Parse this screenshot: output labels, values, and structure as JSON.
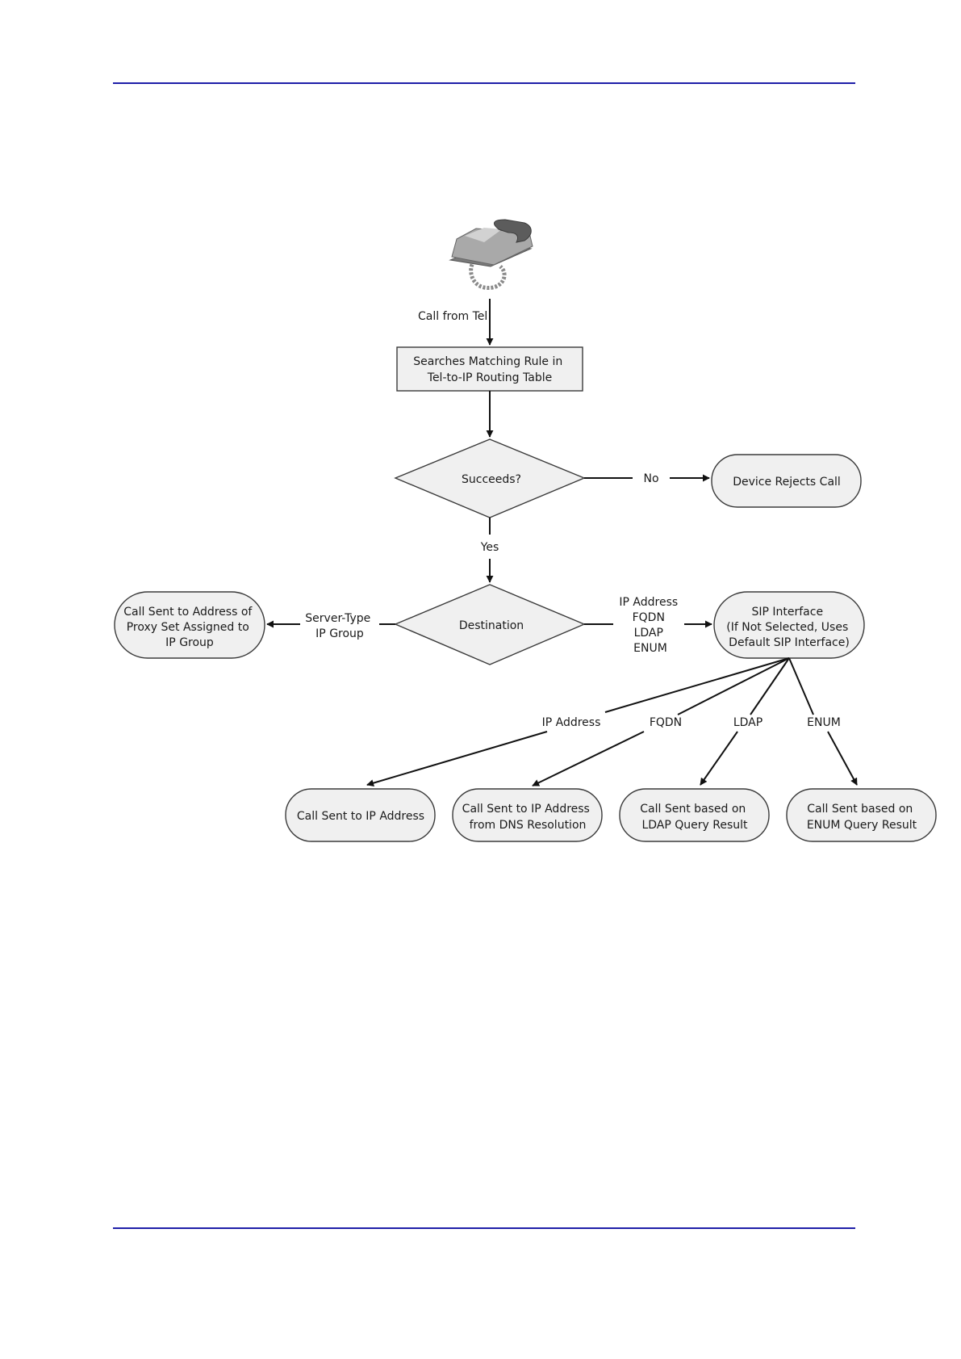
{
  "colors": {
    "rule": "#1f1fa8",
    "node_fill": "#f0f0f0",
    "node_stroke": "#3a3a3a",
    "text": "#1a1a1a"
  },
  "icons": {
    "start": "telephone-icon"
  },
  "nodes": {
    "search": [
      "Searches Matching Rule in",
      "Tel-to-IP Routing Table"
    ],
    "succeeds": "Succeeds?",
    "reject": "Device Rejects Call",
    "destination": "Destination",
    "proxy": [
      "Call Sent to Address of",
      "Proxy Set Assigned to",
      "IP Group"
    ],
    "sip": [
      "SIP Interface",
      "(If Not Selected, Uses",
      "Default SIP Interface)"
    ],
    "ip": "Call Sent to IP Address",
    "dns": [
      "Call Sent to IP Address",
      "from DNS Resolution"
    ],
    "ldap": [
      "Call Sent based on",
      "LDAP Query Result"
    ],
    "enum": [
      "Call Sent based on",
      "ENUM Query Result"
    ]
  },
  "edges": {
    "call_from_tel": "Call from Tel",
    "no": "No",
    "yes": "Yes",
    "server_type": [
      "Server-Type",
      "IP Group"
    ],
    "dest_types": [
      "IP Address",
      "FQDN",
      "LDAP",
      "ENUM"
    ],
    "ip_address": "IP Address",
    "fqdn": "FQDN",
    "ldap": "LDAP",
    "enum": "ENUM"
  }
}
